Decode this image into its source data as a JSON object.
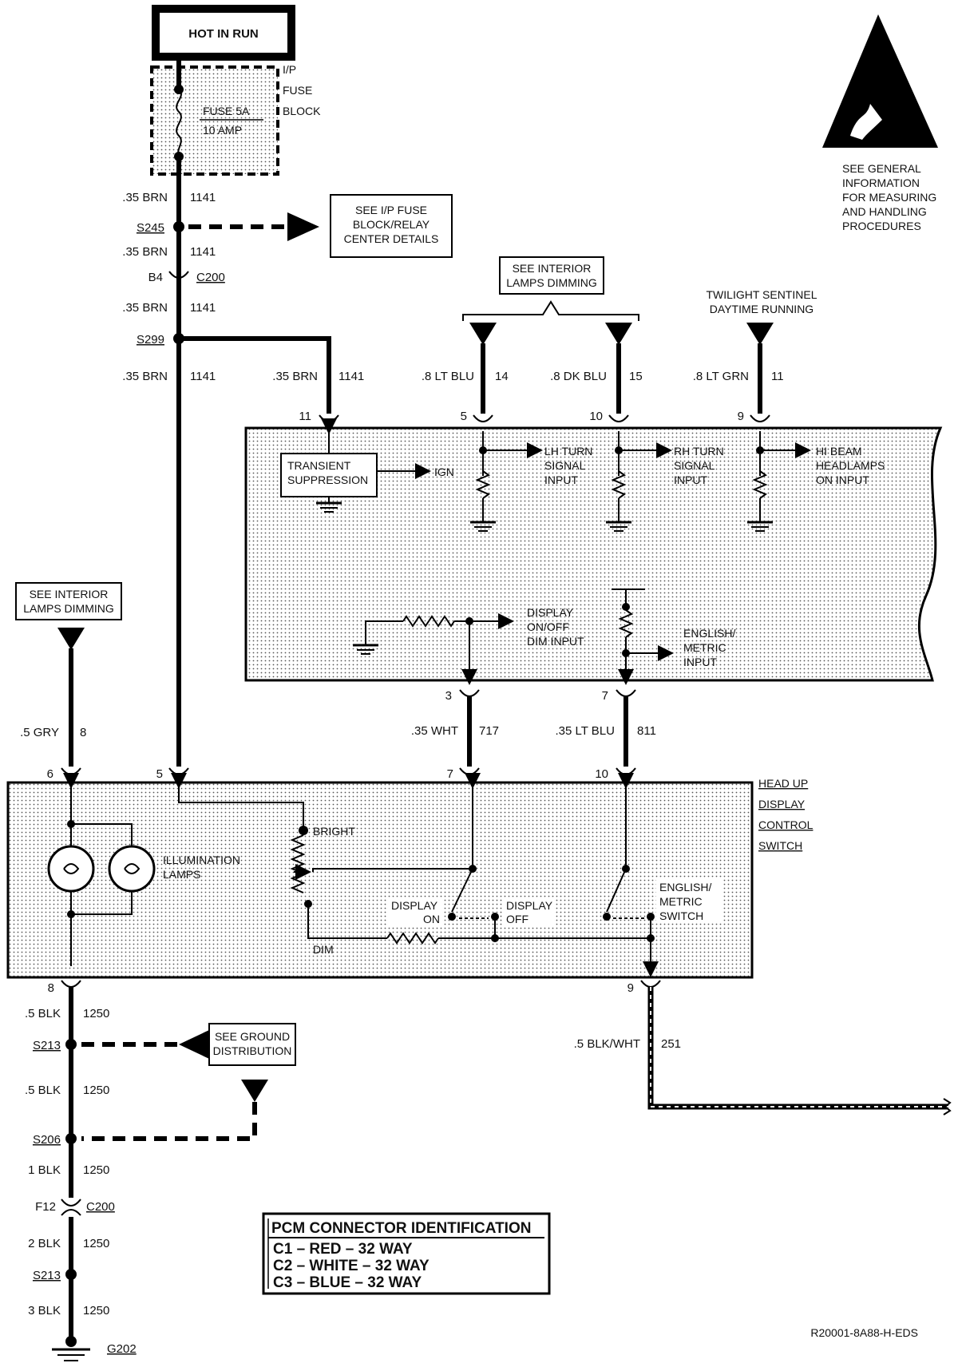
{
  "power": {
    "source": "HOT IN RUN",
    "fuse_block": [
      "I/P",
      "FUSE",
      "BLOCK"
    ],
    "fuse_name": "FUSE 5A",
    "fuse_rating": "10 AMP"
  },
  "esd_note": [
    "SEE GENERAL",
    "INFORMATION",
    "FOR MEASURING",
    "AND HANDLING",
    "PROCEDURES"
  ],
  "main_feed": {
    "wire_1": {
      "gauge": ".35 BRN",
      "circuit": "1141"
    },
    "splice_s245": "S245",
    "ref_ip_fuse": [
      "SEE I/P FUSE",
      "BLOCK/RELAY",
      "CENTER DETAILS"
    ],
    "wire_2": {
      "gauge": ".35 BRN",
      "circuit": "1141"
    },
    "connector_b4": {
      "pin": "B4",
      "name": "C200"
    },
    "wire_3": {
      "gauge": ".35 BRN",
      "circuit": "1141"
    },
    "splice_s299": "S299",
    "wire_4": {
      "gauge": ".35 BRN",
      "circuit": "1141"
    },
    "wire_5": {
      "gauge": ".35 BRN",
      "circuit": "1141"
    }
  },
  "ref_interior_top": [
    "SEE INTERIOR",
    "LAMPS DIMMING"
  ],
  "ref_twilight": [
    "TWILIGHT SENTINEL",
    "DAYTIME RUNNING"
  ],
  "inputs": [
    {
      "gauge": ".8 LT BLU",
      "circuit": "14",
      "pin": "5",
      "label": [
        "LH TURN",
        "SIGNAL",
        "INPUT"
      ]
    },
    {
      "gauge": ".8 DK BLU",
      "circuit": "15",
      "pin": "10",
      "label": [
        "RH TURN",
        "SIGNAL",
        "INPUT"
      ]
    },
    {
      "gauge": ".8 LT GRN",
      "circuit": "11",
      "pin": "9",
      "label": [
        "HI BEAM",
        "HEADLAMPS",
        "ON INPUT"
      ]
    }
  ],
  "module": {
    "pin_feed": "11",
    "transient": [
      "TRANSIENT",
      "SUPPRESSION"
    ],
    "ign": "IGN",
    "display_input": [
      "DISPLAY",
      "ON/OFF",
      "DIM INPUT"
    ],
    "english_input": [
      "ENGLISH/",
      "METRIC",
      "INPUT"
    ],
    "pin_display": "3",
    "pin_english": "7"
  },
  "mid_wires": {
    "display": {
      "gauge": ".35 WHT",
      "circuit": "717"
    },
    "english": {
      "gauge": ".35 LT BLU",
      "circuit": "811"
    },
    "gray": {
      "gauge": ".5 GRY",
      "circuit": "8"
    }
  },
  "ref_interior_left": [
    "SEE INTERIOR",
    "LAMPS DIMMING"
  ],
  "switch": {
    "name": [
      "HEAD UP",
      "DISPLAY",
      "CONTROL",
      "SWITCH"
    ],
    "pin_gray": "6",
    "pin_feed": "5",
    "pin_display": "7",
    "pin_english": "10",
    "pin_ground": "8",
    "pin_ground2": "9",
    "bright": "BRIGHT",
    "dim": "DIM",
    "lamps": [
      "ILLUMINATION",
      "LAMPS"
    ],
    "display_on": [
      "DISPLAY",
      "ON"
    ],
    "display_off": [
      "DISPLAY",
      "OFF"
    ],
    "english_switch": [
      "ENGLISH/",
      "METRIC",
      "SWITCH"
    ]
  },
  "ground": {
    "w1": {
      "gauge": ".5 BLK",
      "circuit": "1250"
    },
    "s213_a": "S213",
    "ref_ground": [
      "SEE GROUND",
      "DISTRIBUTION"
    ],
    "w2": {
      "gauge": ".5 BLK",
      "circuit": "1250"
    },
    "s206": "S206",
    "w3": {
      "gauge": "1 BLK",
      "circuit": "1250"
    },
    "conn": {
      "pin": "F12",
      "name": "C200"
    },
    "w4": {
      "gauge": "2 BLK",
      "circuit": "1250"
    },
    "s213_b": "S213",
    "w5": {
      "gauge": "3 BLK",
      "circuit": "1250"
    },
    "g202": "G202"
  },
  "wire_251": {
    "gauge": ".5 BLK/WHT",
    "circuit": "251"
  },
  "pcm_table": {
    "title": "PCM CONNECTOR IDENTIFICATION",
    "rows": [
      "C1 – RED – 32 WAY",
      "C2 – WHITE – 32 WAY",
      "C3 – BLUE – 32 WAY"
    ]
  },
  "diagram_code": "R20001-8A88-H-EDS"
}
